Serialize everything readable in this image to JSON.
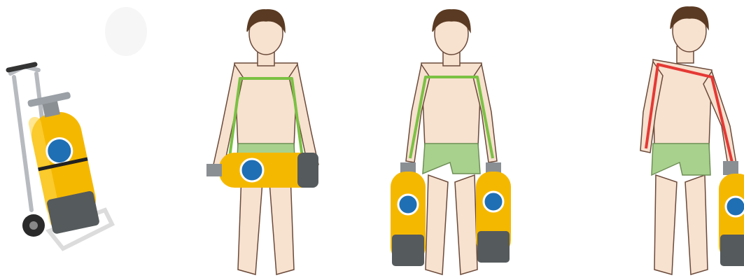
{
  "colors": {
    "skin": "#f7e1cf",
    "skin_outline": "#6b4a3a",
    "hair": "#5a3a22",
    "shorts": "#a9d18e",
    "shorts_outline": "#6e8f55",
    "tank": "#f5b800",
    "tank_shade": "#d99500",
    "tank_base": "#555a5c",
    "valve": "#8a8f94",
    "label_blue": "#1f6fb4",
    "posture_good": "#7ac143",
    "posture_bad": "#e53935",
    "trolley": "#c9ccd0"
  },
  "panels": [
    {
      "id": "trolley",
      "method": "tank-on-trolley"
    },
    {
      "id": "horizontal",
      "method": "tank-carried-horizontally-in-both-arms",
      "posture": "good"
    },
    {
      "id": "two-tanks",
      "method": "one-tank-in-each-hand",
      "posture": "good"
    },
    {
      "id": "one-hand",
      "method": "single-tank-in-one-hand",
      "posture": "bad"
    }
  ]
}
